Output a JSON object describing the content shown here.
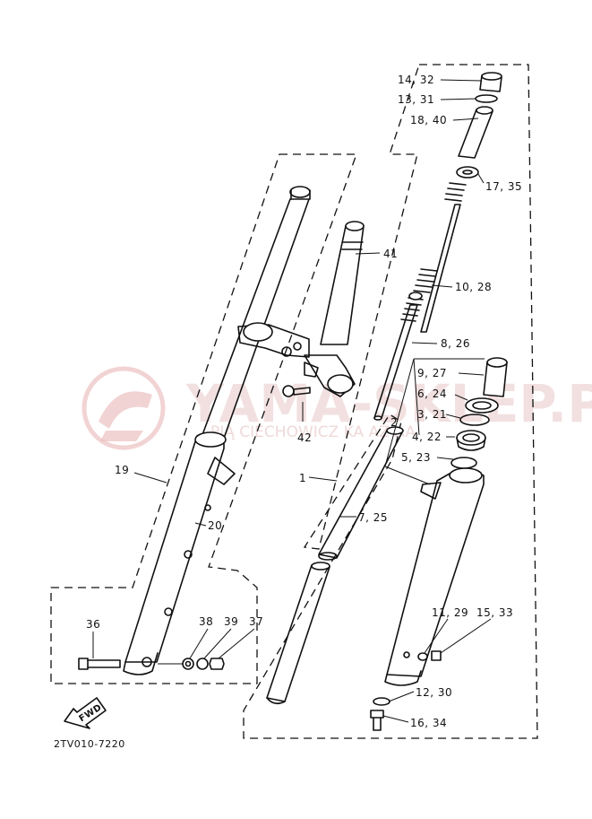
{
  "watermark": {
    "brand": "YAMA-SKLEP.PL",
    "sub": "PIĄ CIECHOWICZ KA AZ AA"
  },
  "drawing_code": "2TV010-7220",
  "fwd_label": "FWD",
  "callouts": {
    "c_14_32": "14, 32",
    "c_13_31": "13, 31",
    "c_18_40": "18, 40",
    "c_17_35": "17, 35",
    "c_41": "41",
    "c_10_28": "10, 28",
    "c_8_26": "8, 26",
    "c_9_27": "9, 27",
    "c_6_24": "6, 24",
    "c_3_21": "3, 21",
    "c_2": "2",
    "c_4_22": "4, 22",
    "c_5_23": "5, 23",
    "c_42": "42",
    "c_1": "1",
    "c_7_25": "7, 25",
    "c_19": "19",
    "c_20": "20",
    "c_36": "36",
    "c_38": "38",
    "c_39": "39",
    "c_37": "37",
    "c_11_29": "11, 29",
    "c_15_33": "15, 33",
    "c_12_30": "12, 30",
    "c_16_34": "16, 34"
  }
}
